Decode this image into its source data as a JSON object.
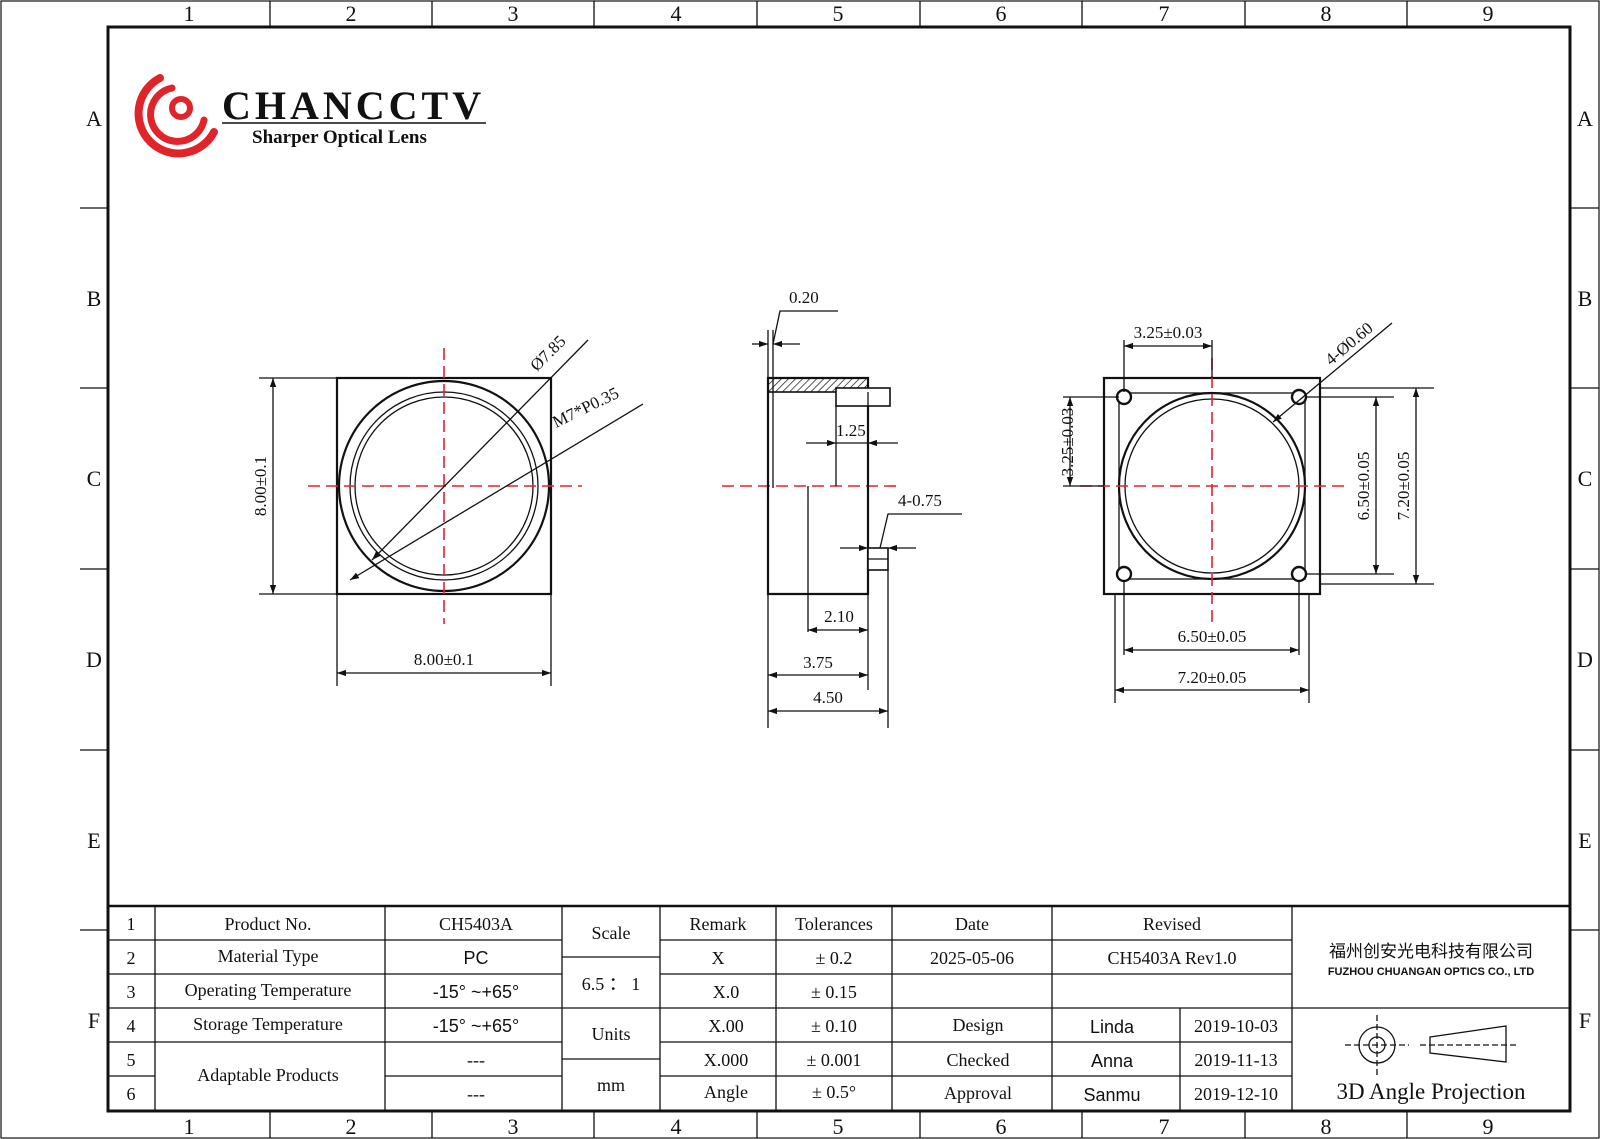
{
  "frame": {
    "columns": [
      "1",
      "2",
      "3",
      "4",
      "5",
      "6",
      "7",
      "8",
      "9"
    ],
    "rows": [
      "A",
      "B",
      "C",
      "D",
      "E",
      "F"
    ]
  },
  "logo": {
    "brand": "CHANCCTV",
    "tagline": "Sharper Optical Lens",
    "color": "#e0242a"
  },
  "views": {
    "front": {
      "dia_outer": "Ø7.85",
      "thread": "M7*P0.35",
      "height": "8.00±0.1",
      "width": "8.00±0.1"
    },
    "side": {
      "wall": "0.20",
      "step": "1.25",
      "holes": "4-0.75",
      "d1": "2.10",
      "d2": "3.75",
      "d3": "4.50"
    },
    "back": {
      "top_offset": "3.25±0.03",
      "holes": "4-Ø0.60",
      "left_offset": "3.25±0.03",
      "inner_h": "6.50±0.05",
      "outer_h": "7.20±0.05",
      "inner_w": "6.50±0.05",
      "outer_w": "7.20±0.05"
    }
  },
  "title_block": {
    "rows": [
      {
        "no": "1",
        "label": "Product No.",
        "value": "CH5403A"
      },
      {
        "no": "2",
        "label": "Material  Type",
        "value": "PC"
      },
      {
        "no": "3",
        "label": "Operating  Temperature",
        "value": "-15°  ~+65°"
      },
      {
        "no": "4",
        "label": "Storage  Temperature",
        "value": "-15°  ~+65°"
      },
      {
        "no": "5",
        "label": "",
        "value": "---"
      },
      {
        "no": "6",
        "label": "",
        "value": "---"
      }
    ],
    "adaptable_label": "Adaptable  Products",
    "scale_label": "Scale",
    "scale_value": "6.5 ： 1",
    "units_label": "Units",
    "units_value": "mm",
    "remark_header": "Remark",
    "tolerance_header": "Tolerances",
    "remarks": [
      "X",
      "X.0",
      "X.00",
      "X.000",
      "Angle"
    ],
    "tolerances": [
      "± 0.2",
      "± 0.15",
      "± 0.10",
      "± 0.001",
      "± 0.5°"
    ],
    "date_header": "Date",
    "date_value": "2025-05-06",
    "revised_header": "Revised",
    "revised_value": "CH5403A Rev1.0",
    "signoff": [
      {
        "role": "Design",
        "name": "Linda",
        "date": "2019-10-03"
      },
      {
        "role": "Checked",
        "name": "Anna",
        "date": "2019-11-13"
      },
      {
        "role": "Approval",
        "name": "Sanmu",
        "date": "2019-12-10"
      }
    ],
    "company_cn": "福州创安光电科技有限公司",
    "company_en": "FUZHOU CHUANGAN OPTICS CO.,  LTD",
    "projection": "3D Angle Projection"
  }
}
